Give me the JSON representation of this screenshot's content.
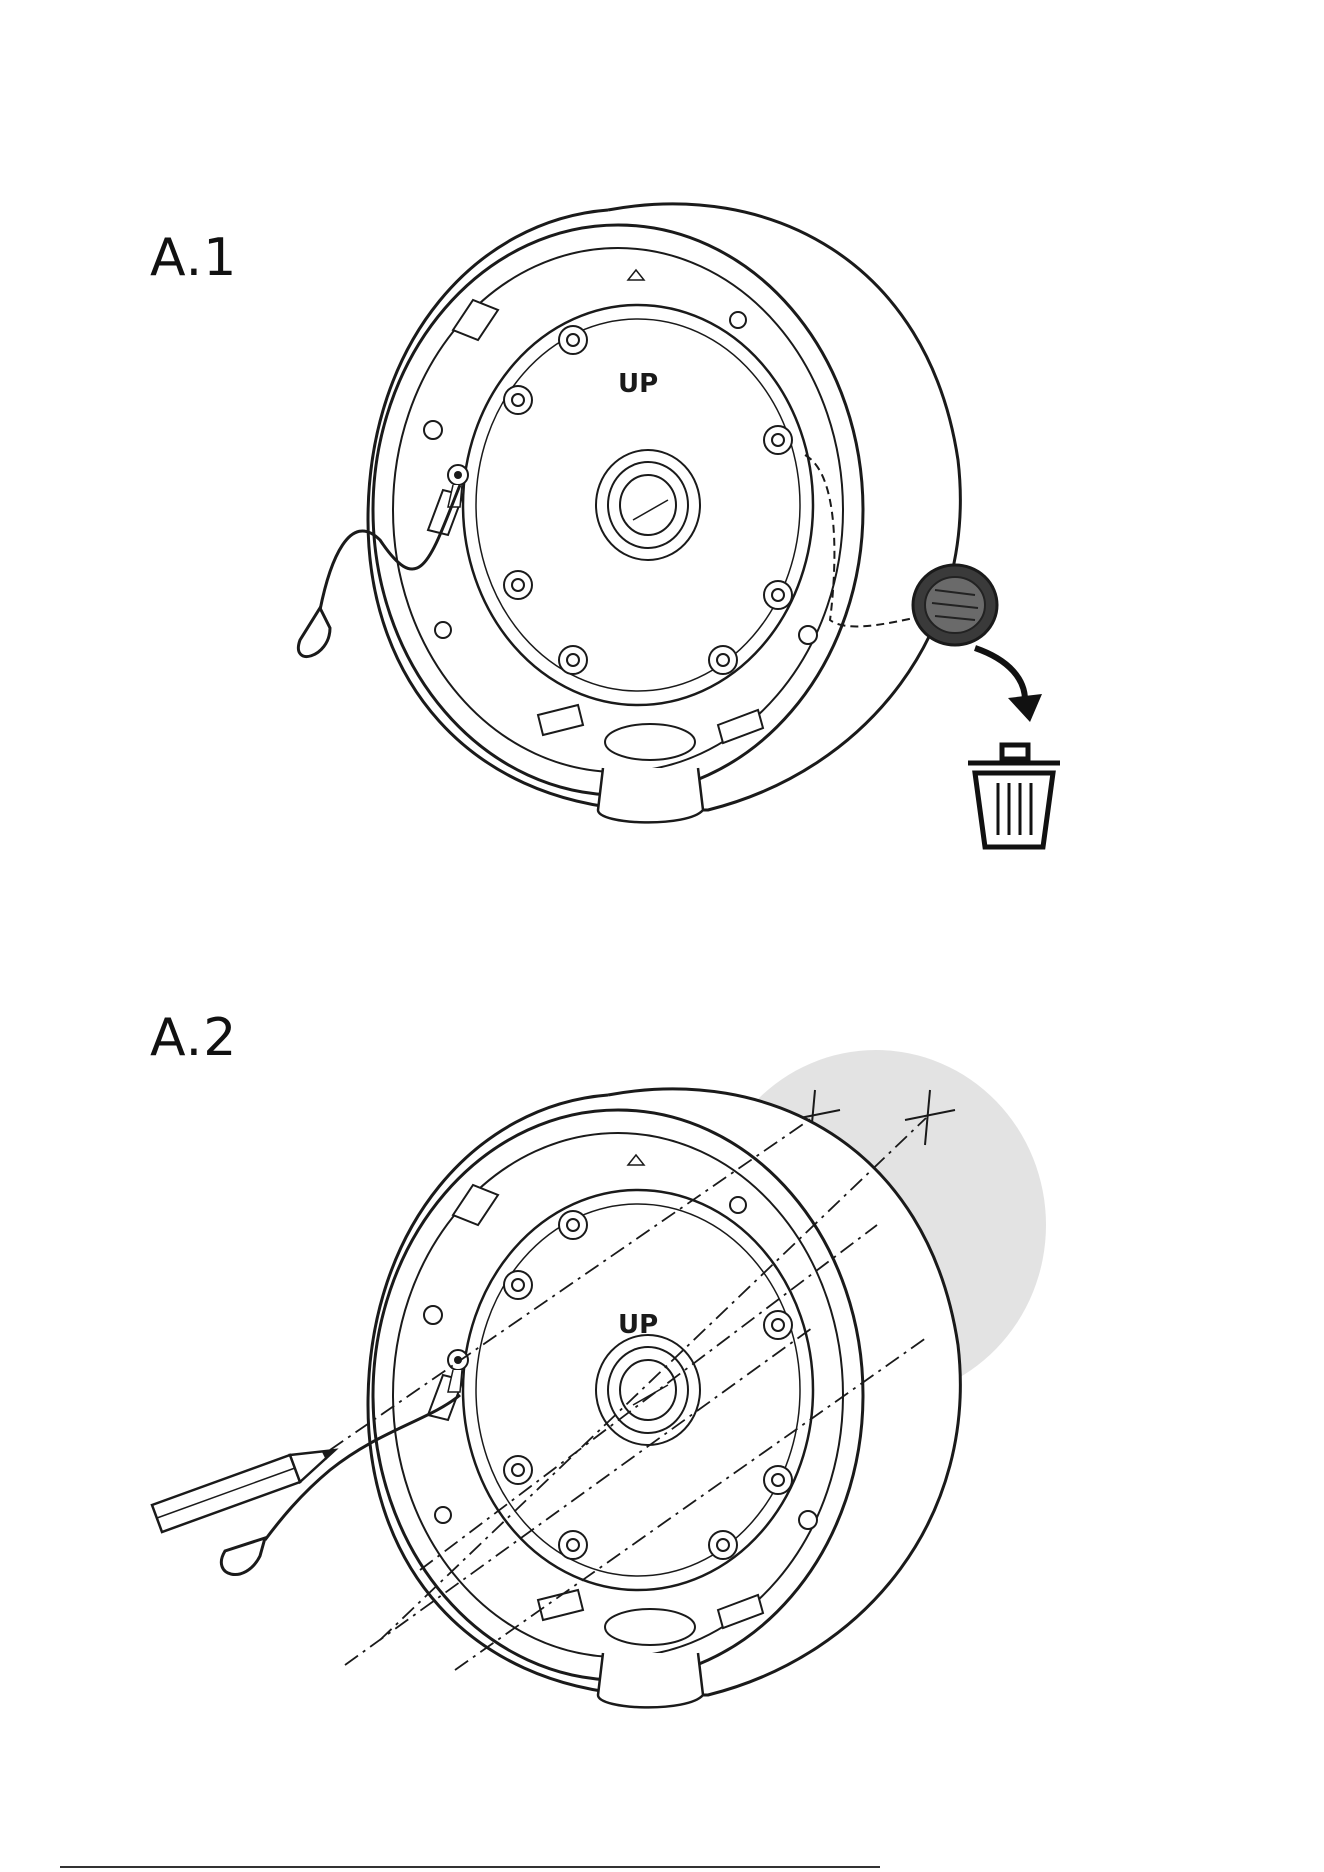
{
  "steps": [
    {
      "label": "A.1",
      "up_marker": "UP"
    },
    {
      "label": "A.2",
      "up_marker": "UP"
    }
  ],
  "icons": {
    "trash": "trash-can-icon",
    "arrow": "curved-arrow-down-icon",
    "pencil": "pencil-icon"
  },
  "colors": {
    "line": "#1a1a1a",
    "plug": "#555555",
    "wall": "#e3e3e3"
  }
}
